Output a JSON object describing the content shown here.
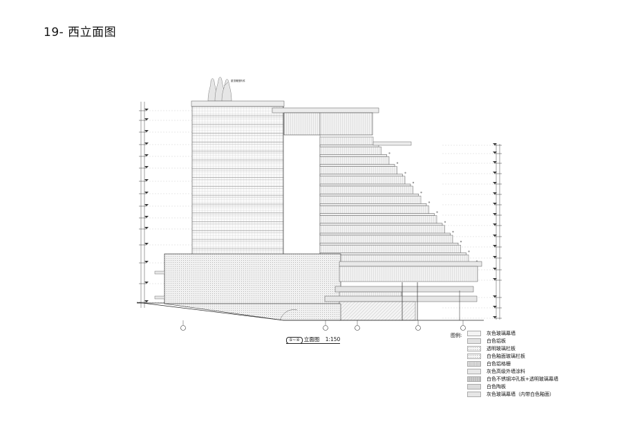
{
  "page": {
    "title": "19- 西立面图"
  },
  "drawing": {
    "tag": "⑤~④",
    "caption": "立面图",
    "scale": "1:150"
  },
  "legend": {
    "heading": "图例:",
    "items": [
      {
        "label": "灰色玻璃幕墙",
        "color": "#f4f4f4",
        "pattern": "none"
      },
      {
        "label": "白色铝板",
        "color": "#e2e2e2",
        "pattern": "none"
      },
      {
        "label": "透明玻璃栏板",
        "color": "#f7f7f7",
        "pattern": "dots"
      },
      {
        "label": "白色釉面玻璃栏板",
        "color": "#f7f7f7",
        "pattern": "dots"
      },
      {
        "label": "白色铝格栅",
        "color": "#d9d9d9",
        "pattern": "lines"
      },
      {
        "label": "灰色高级外墙涂料",
        "color": "#e8e8e8",
        "pattern": "none"
      },
      {
        "label": "白色不锈钢冲孔板+透明玻璃幕墙",
        "color": "#d0d0d0",
        "pattern": "dense"
      },
      {
        "label": "白色陶板",
        "color": "#dcdcdc",
        "pattern": "none"
      },
      {
        "label": "灰色玻璃幕墙（内带白色釉面）",
        "color": "#e6e6e6",
        "pattern": "none"
      }
    ]
  }
}
